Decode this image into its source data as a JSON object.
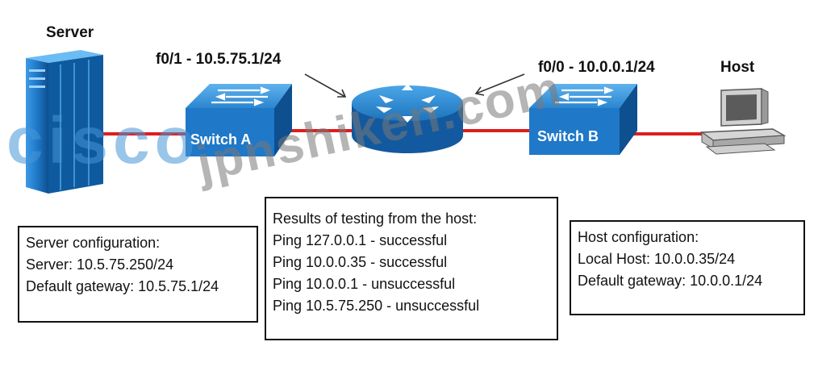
{
  "labels": {
    "server": "Server",
    "host": "Host",
    "router_f01": "f0/1 - 10.5.75.1/24",
    "router_f00": "f0/0 - 10.0.0.1/24",
    "switch_a": "Switch A",
    "switch_b": "Switch B"
  },
  "watermarks": {
    "cisco": "cisco",
    "site": "jpnshiken.com"
  },
  "server_config": {
    "title": "Server configuration:",
    "lines": [
      "Server: 10.5.75.250/24",
      "Default gateway: 10.5.75.1/24"
    ]
  },
  "results": {
    "title": "Results of testing from the host:",
    "lines": [
      "Ping 127.0.0.1 - successful",
      "Ping 10.0.0.35 - successful",
      "Ping 10.0.0.1 - unsuccessful",
      "Ping 10.5.75.250 - unsuccessful"
    ]
  },
  "host_config": {
    "title": "Host configuration:",
    "lines": [
      "Local Host: 10.0.0.35/24",
      "Default gateway: 10.0.0.1/24"
    ]
  },
  "colors": {
    "link": "#dd1e1e",
    "device_blue": "#1f78c8",
    "device_dark": "#0d4f8f",
    "host_grey": "#c8c8c8"
  }
}
